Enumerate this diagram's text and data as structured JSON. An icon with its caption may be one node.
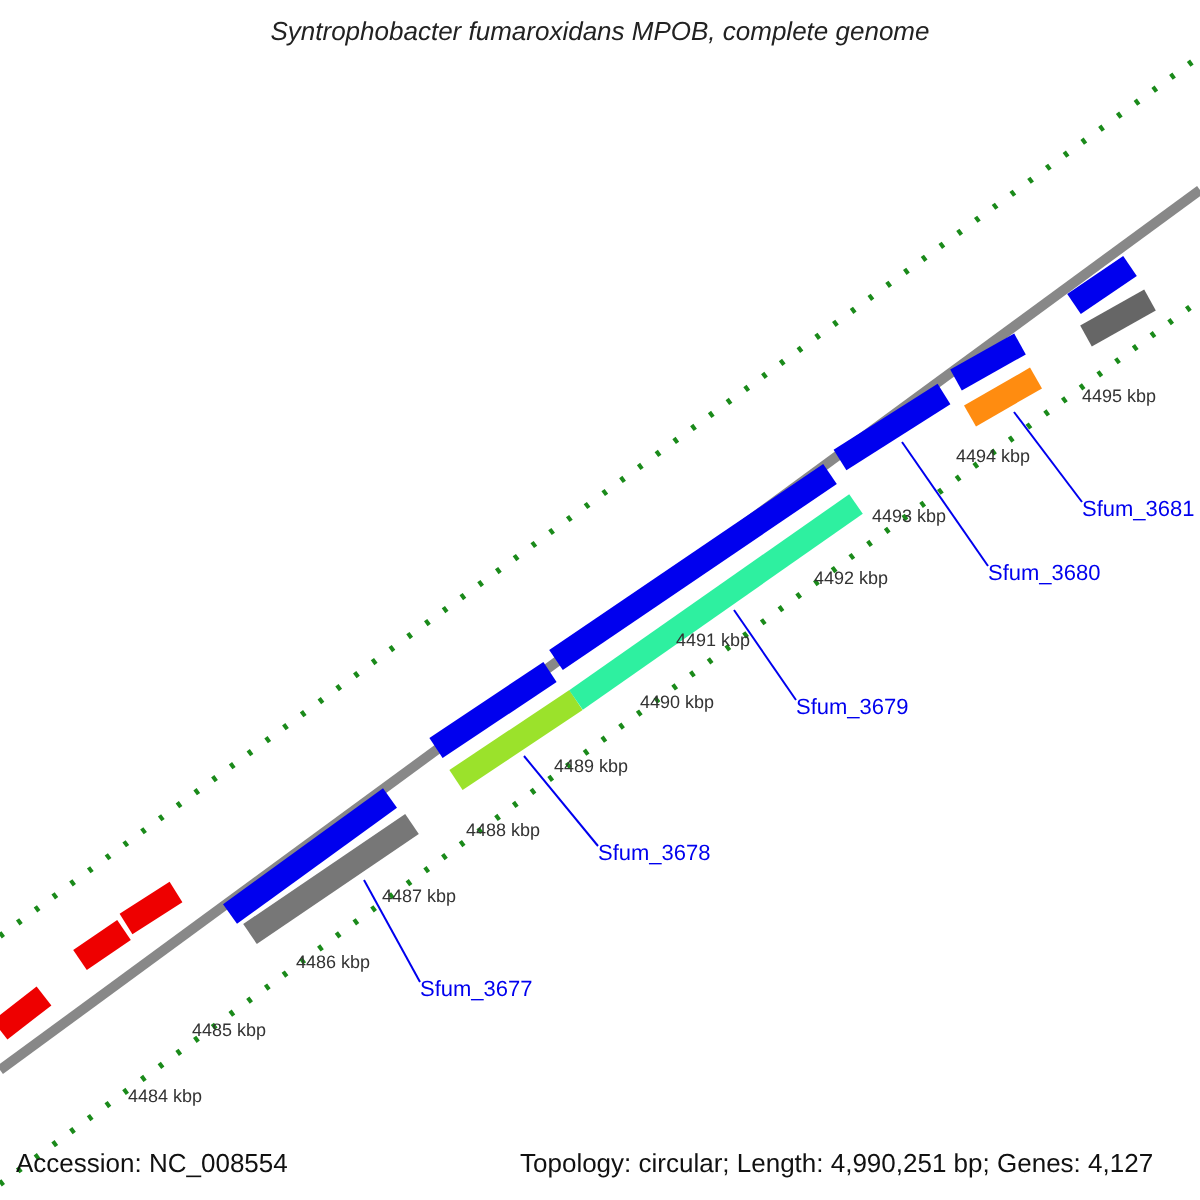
{
  "diagram": {
    "title": "Syntrophobacter fumaroxidans MPOB, complete genome",
    "nodes": [
      {
        "text": [
          "Sfum_3677"
        ]
      },
      {
        "text": [
          "Sfum_3678"
        ]
      },
      {
        "text": [
          "Sfum_3679"
        ]
      },
      {
        "text": [
          "Sfum_3680"
        ]
      },
      {
        "text": [
          "Sfum_3681"
        ]
      },
      {
        "text": [],
        "shape": "bar"
      },
      {
        "text": [],
        "shape": "bar"
      },
      {
        "text": [],
        "shape": "bar"
      },
      {
        "text": [],
        "shape": "bar"
      },
      {
        "text": [],
        "shape": "bar"
      },
      {
        "text": [],
        "shape": "bar"
      },
      {
        "text": [],
        "shape": "bar"
      },
      {
        "text": [],
        "shape": "bar"
      },
      {
        "text": [],
        "shape": "bar"
      },
      {
        "text": [],
        "shape": "bar"
      },
      {
        "text": [],
        "shape": "bar"
      },
      {
        "text": [],
        "shape": "bar"
      },
      {
        "text": [],
        "shape": "bar"
      },
      {
        "text": [],
        "shape": "bar"
      }
    ],
    "edges": [
      {
        "from": 0,
        "to": 9,
        "arrow": "none"
      },
      {
        "from": 1,
        "to": 11,
        "arrow": "none"
      },
      {
        "from": 2,
        "to": 13,
        "arrow": "none"
      },
      {
        "from": 3,
        "to": 14,
        "arrow": "none"
      },
      {
        "from": 4,
        "to": 16,
        "arrow": "none"
      }
    ],
    "labels": [
      "4495 kbp",
      "4494 kbp",
      "4493 kbp",
      "4492 kbp",
      "4491 kbp",
      "4490 kbp",
      "4489 kbp",
      "4488 kbp",
      "4487 kbp",
      "4486 kbp",
      "4485 kbp",
      "4484 kbp",
      "Accession: NC_008554",
      "Topology: circular; Length: 4,990,251 bp; Genes: 4,127"
    ]
  }
}
